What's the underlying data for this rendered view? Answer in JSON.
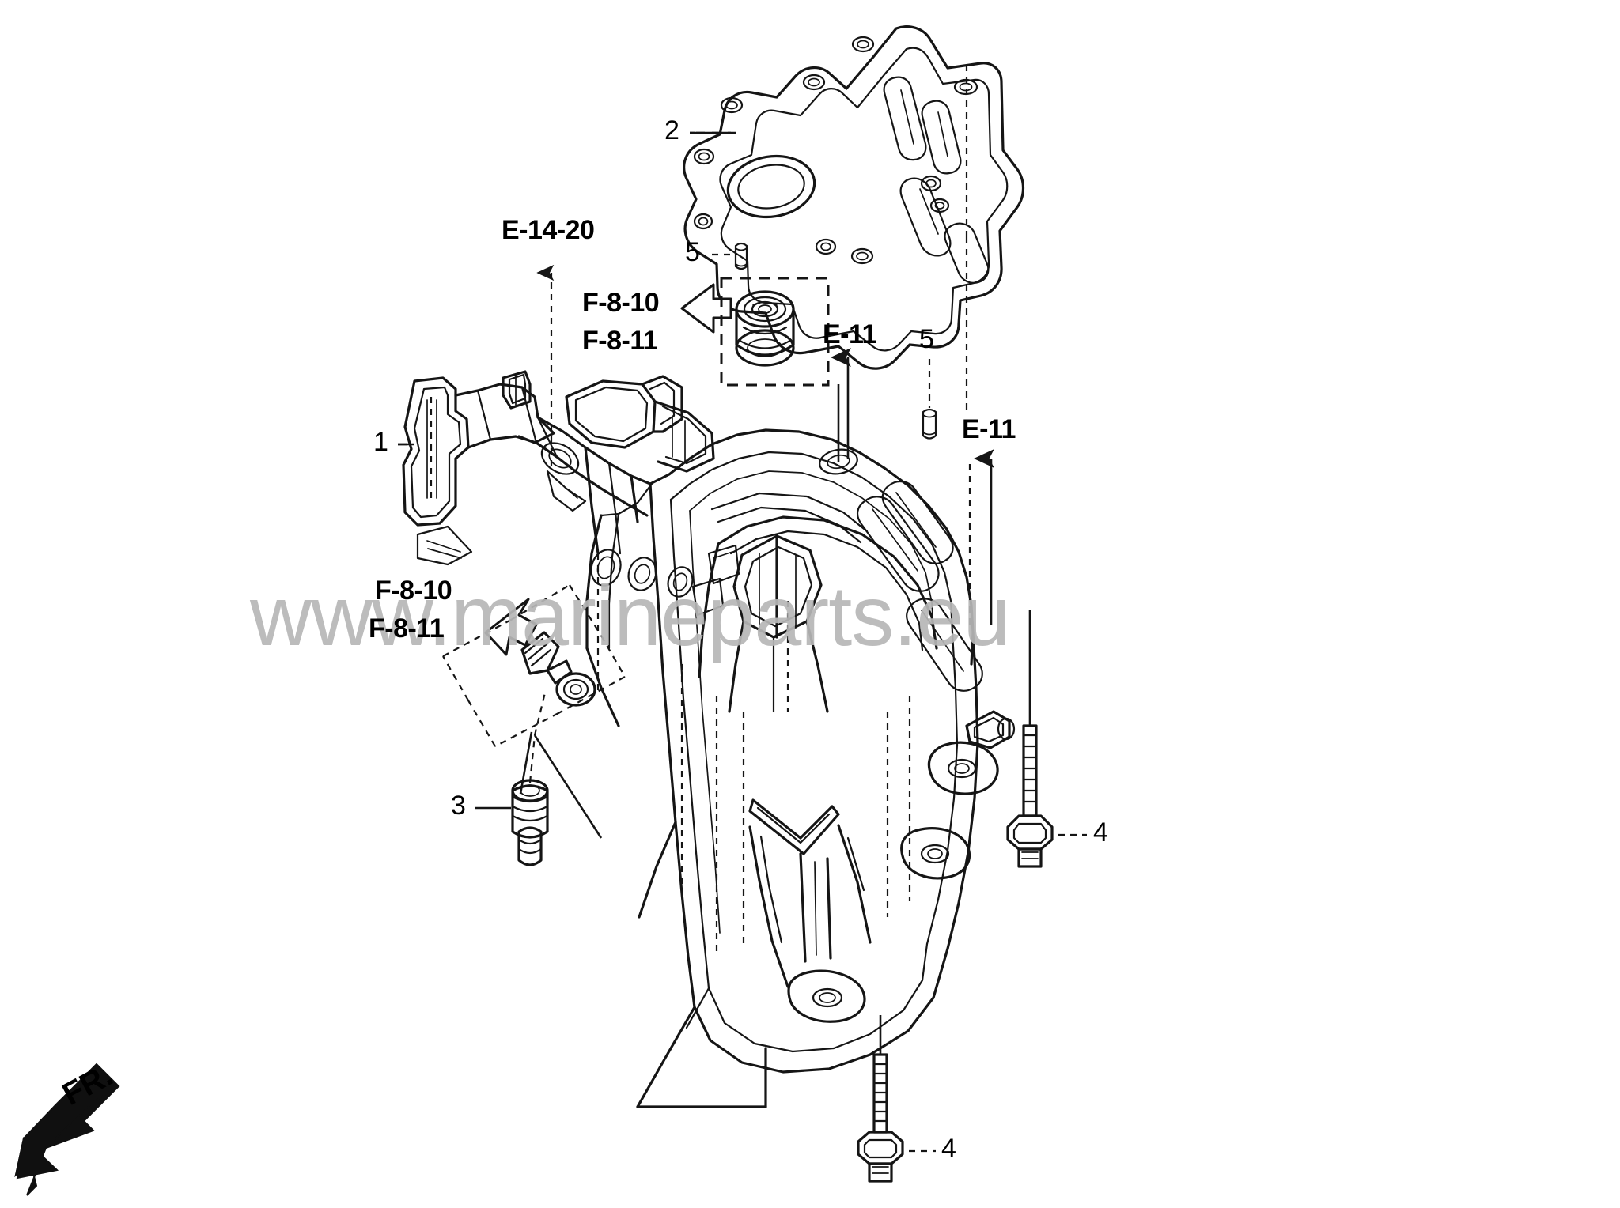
{
  "diagram": {
    "kind": "exploded-parts-diagram",
    "background_color": "#ffffff",
    "line_color": "#000000",
    "watermark": {
      "text": "www.marineparts.eu",
      "color": "#b7b7b7"
    },
    "orientation_marker": {
      "label": "FR.",
      "meaning": "front direction arrow",
      "direction": "down-left"
    },
    "callouts": [
      {
        "id": "c1",
        "number": "1",
        "leader": "dashed-horizontal",
        "points_to": "extension-case-housing"
      },
      {
        "id": "c2",
        "number": "2",
        "leader": "dashed-horizontal",
        "points_to": "extension-case-gasket"
      },
      {
        "id": "c3",
        "number": "3",
        "leader": "solid-horizontal",
        "points_to": "drain-plug"
      },
      {
        "id": "c4a",
        "number": "4",
        "leader": "dashed-horizontal",
        "points_to": "flange-bolt-upper"
      },
      {
        "id": "c4b",
        "number": "4",
        "leader": "dashed-horizontal",
        "points_to": "flange-bolt-lower"
      },
      {
        "id": "c5a",
        "number": "5",
        "leader": "dashed-horizontal",
        "points_to": "dowel-pin-upper"
      },
      {
        "id": "c5b",
        "number": "5",
        "leader": "dashed-vertical",
        "points_to": "dowel-pin-lower"
      }
    ],
    "cross_references": [
      {
        "id": "r1",
        "text": "E-14-20",
        "leader": "dashed-arrow-down"
      },
      {
        "id": "r2",
        "text": "F-8-10",
        "leader": "block-arrow-left"
      },
      {
        "id": "r3",
        "text": "F-8-11",
        "leader": "block-arrow-left"
      },
      {
        "id": "r4",
        "text": "E-11",
        "leader": "solid-arrow-up"
      },
      {
        "id": "r5",
        "text": "E-11",
        "leader": "solid-arrow-up"
      },
      {
        "id": "r6",
        "text": "F-8-10",
        "leader": "block-arrow-up-right"
      },
      {
        "id": "r7",
        "text": "F-8-11",
        "leader": "block-arrow-up-right"
      }
    ],
    "parts": [
      {
        "key": "extension-case-housing",
        "number": "1",
        "name": "extension case"
      },
      {
        "key": "extension-case-gasket",
        "number": "2",
        "name": "gasket"
      },
      {
        "key": "drain-plug",
        "number": "3",
        "name": "drain plug"
      },
      {
        "key": "flange-bolt-upper",
        "number": "4",
        "name": "flange bolt"
      },
      {
        "key": "flange-bolt-lower",
        "number": "4",
        "name": "flange bolt"
      },
      {
        "key": "dowel-pin-upper",
        "number": "5",
        "name": "dowel pin"
      },
      {
        "key": "dowel-pin-lower",
        "number": "5",
        "name": "dowel pin"
      },
      {
        "key": "oil-seal-detail",
        "number": "",
        "name": "oil seal / bearing (boxed detail)"
      },
      {
        "key": "bolt-washer-detail",
        "number": "",
        "name": "bolt and sealing washer (boxed detail)"
      }
    ]
  }
}
